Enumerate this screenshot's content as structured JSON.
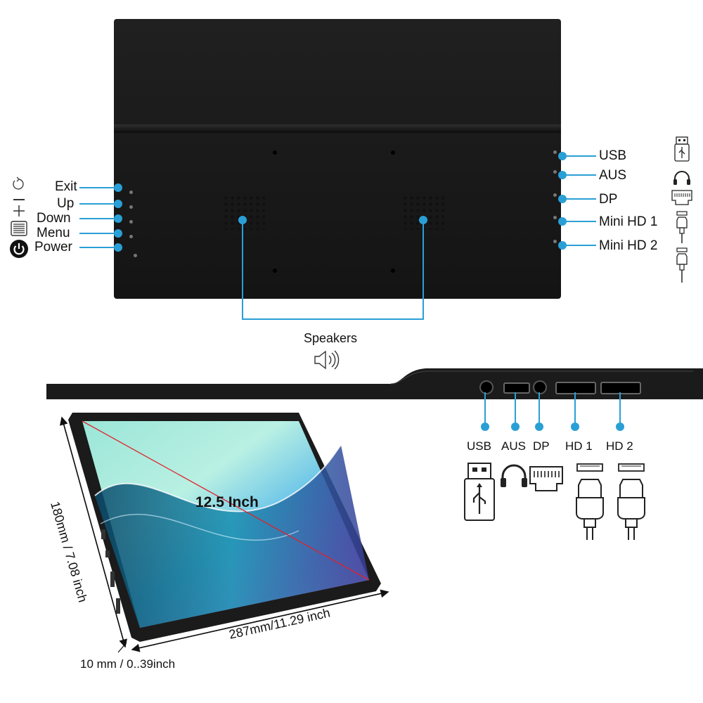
{
  "buttons": {
    "exit": "Exit",
    "up": "Up",
    "down": "Down",
    "menu": "Menu",
    "power": "Power"
  },
  "ports_right": {
    "usb": "USB",
    "aus": "AUS",
    "dp": "DP",
    "mini_hd1": "Mini HD 1",
    "mini_hd2": "Mini HD 2"
  },
  "speakers_label": "Speakers",
  "ports_bottom": {
    "usb": "USB",
    "aus": "AUS",
    "dp": "DP",
    "hd1": "HD 1",
    "hd2": "HD 2"
  },
  "screen_size": "12.5 Inch",
  "dimensions": {
    "height": "180mm / 7.08 inch",
    "width": "287mm/11.29 inch",
    "thickness": "10 mm / 0..39inch"
  },
  "colors": {
    "accent": "#2a9fd6",
    "panel": "#1b1b1b"
  }
}
